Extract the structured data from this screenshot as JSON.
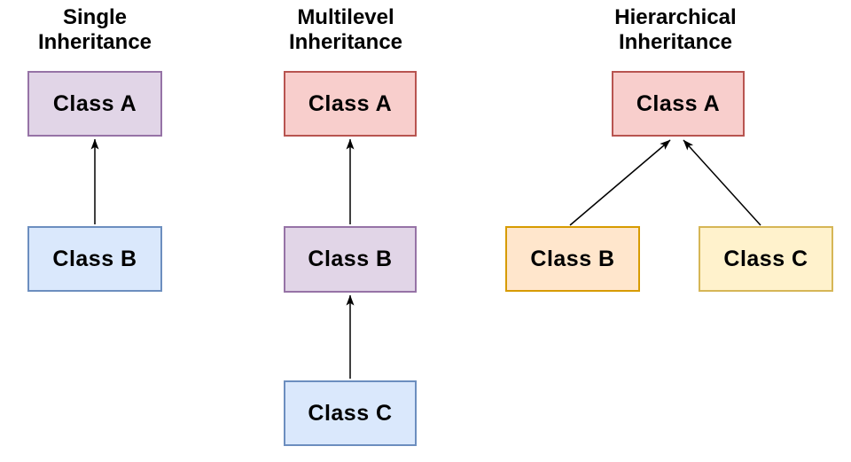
{
  "colors": {
    "background": "#ffffff",
    "text": "#000000",
    "arrow": "#000000"
  },
  "diagrams": [
    {
      "title": "Single\nInheritance",
      "nodes": [
        {
          "label": "Class A",
          "fill": "#e1d5e7",
          "border": "#9673a6"
        },
        {
          "label": "Class B",
          "fill": "#dae8fc",
          "border": "#6c8ebf"
        }
      ],
      "edges": [
        {
          "from": "Class B",
          "to": "Class A"
        }
      ]
    },
    {
      "title": "Multilevel\nInheritance",
      "nodes": [
        {
          "label": "Class A",
          "fill": "#f8cecc",
          "border": "#b85450"
        },
        {
          "label": "Class B",
          "fill": "#e1d5e7",
          "border": "#9673a6"
        },
        {
          "label": "Class C",
          "fill": "#dae8fc",
          "border": "#6c8ebf"
        }
      ],
      "edges": [
        {
          "from": "Class B",
          "to": "Class A"
        },
        {
          "from": "Class C",
          "to": "Class B"
        }
      ]
    },
    {
      "title": "Hierarchical\nInheritance",
      "nodes": [
        {
          "label": "Class A",
          "fill": "#f8cecc",
          "border": "#b85450"
        },
        {
          "label": "Class B",
          "fill": "#ffe6cc",
          "border": "#d79b00"
        },
        {
          "label": "Class C",
          "fill": "#fff2cc",
          "border": "#d6b656"
        }
      ],
      "edges": [
        {
          "from": "Class B",
          "to": "Class A"
        },
        {
          "from": "Class C",
          "to": "Class A"
        }
      ]
    }
  ]
}
